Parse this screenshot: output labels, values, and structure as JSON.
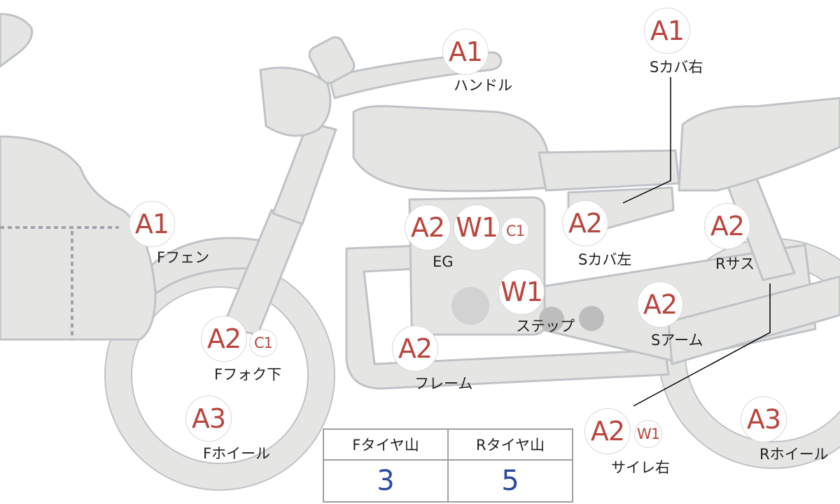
{
  "grades": {
    "handle": "A1",
    "side_cover_right": "A1",
    "front_fender": "A1",
    "engine": "A2",
    "engine_w": "W1",
    "engine_c": "C1",
    "side_cover_left": "A2",
    "rear_suspension": "A2",
    "step": "W1",
    "swing_arm": "A2",
    "front_fork_lower": "A2",
    "front_fork_lower_c": "C1",
    "frame": "A2",
    "front_wheel": "A3",
    "muffler_right": "A2",
    "muffler_right_w": "W1",
    "rear_wheel": "A3"
  },
  "labels": {
    "handle": "ハンドル",
    "side_cover_right": "Sカバ右",
    "front_fender": "Fフェン",
    "engine": "EG",
    "side_cover_left": "Sカバ左",
    "rear_suspension": "Rサス",
    "step": "ステップ",
    "swing_arm": "Sアーム",
    "front_fork_lower": "Fフォク下",
    "frame": "フレーム",
    "front_wheel": "Fホイール",
    "muffler_right": "サイレ右",
    "rear_wheel": "Rホイール"
  },
  "tire_table": {
    "headers": [
      "Fタイヤ山",
      "Rタイヤ山"
    ],
    "values": [
      "3",
      "5"
    ]
  },
  "colors": {
    "part_fill": "#e5e5e3",
    "part_stroke": "#bfc3c7",
    "grade_text": "#b8453e",
    "tread_value": "#2c4a9e"
  }
}
